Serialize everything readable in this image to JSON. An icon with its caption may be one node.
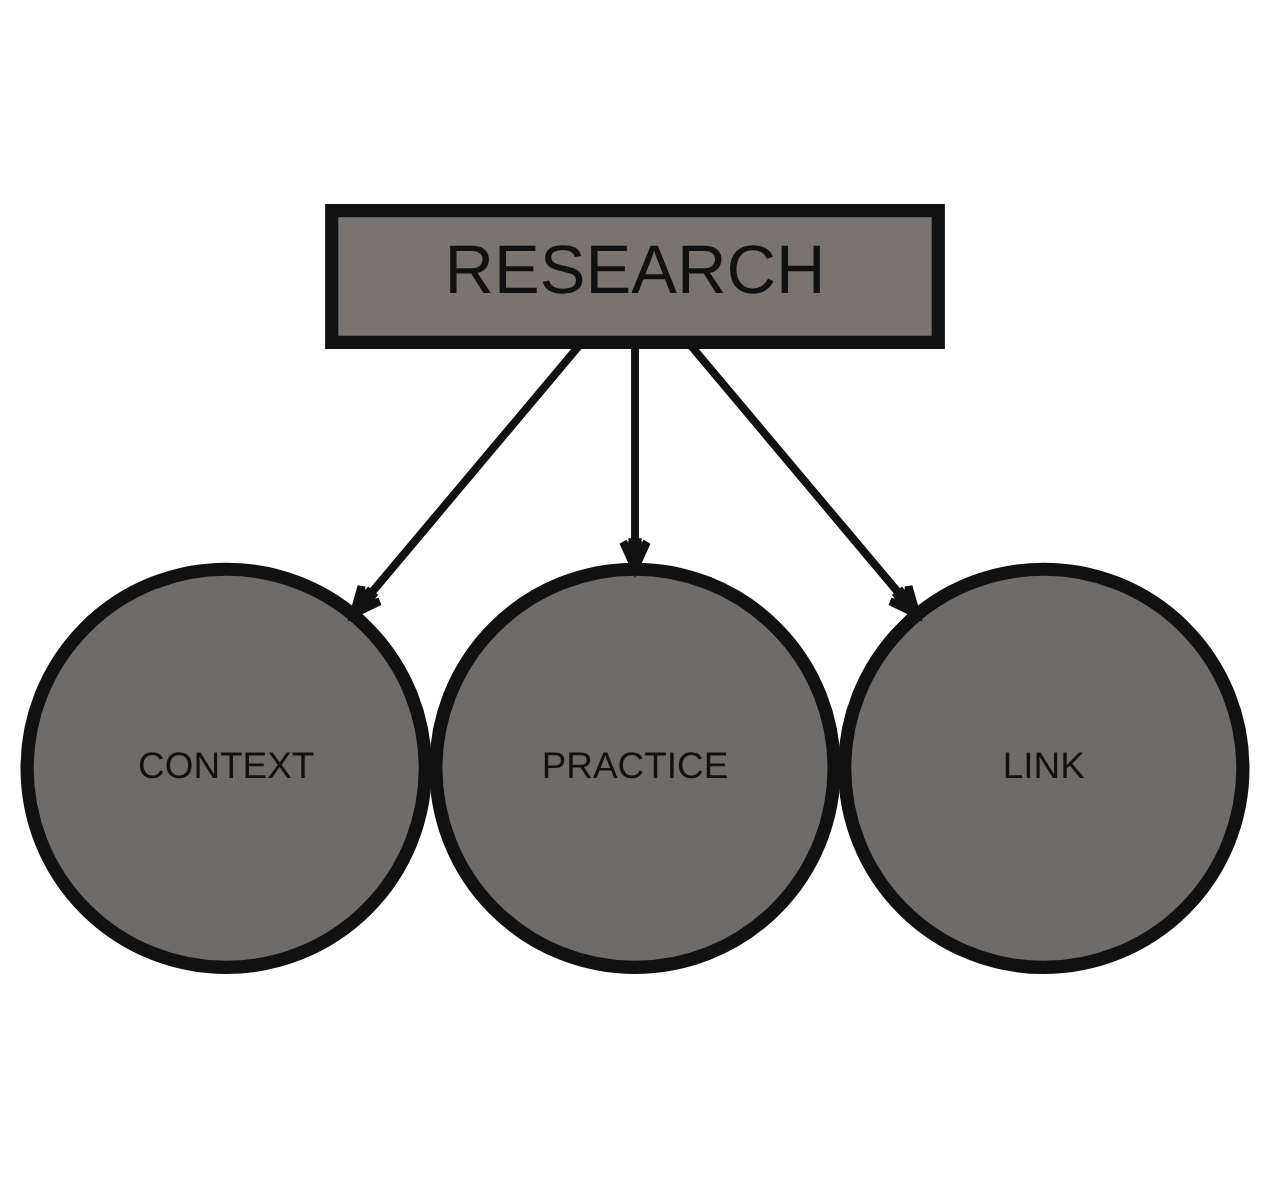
{
  "diagram": {
    "nodes": [
      {
        "text": [
          "RESEARCH"
        ]
      },
      {
        "text": [
          "CONTEXT"
        ]
      },
      {
        "text": [
          "PRACTICE"
        ]
      },
      {
        "text": [
          "LINK"
        ]
      }
    ],
    "edges": [
      {
        "from": 0,
        "to": 1,
        "arrow": "to"
      },
      {
        "from": 0,
        "to": 2,
        "arrow": "to"
      },
      {
        "from": 0,
        "to": 3,
        "arrow": "to"
      }
    ]
  }
}
